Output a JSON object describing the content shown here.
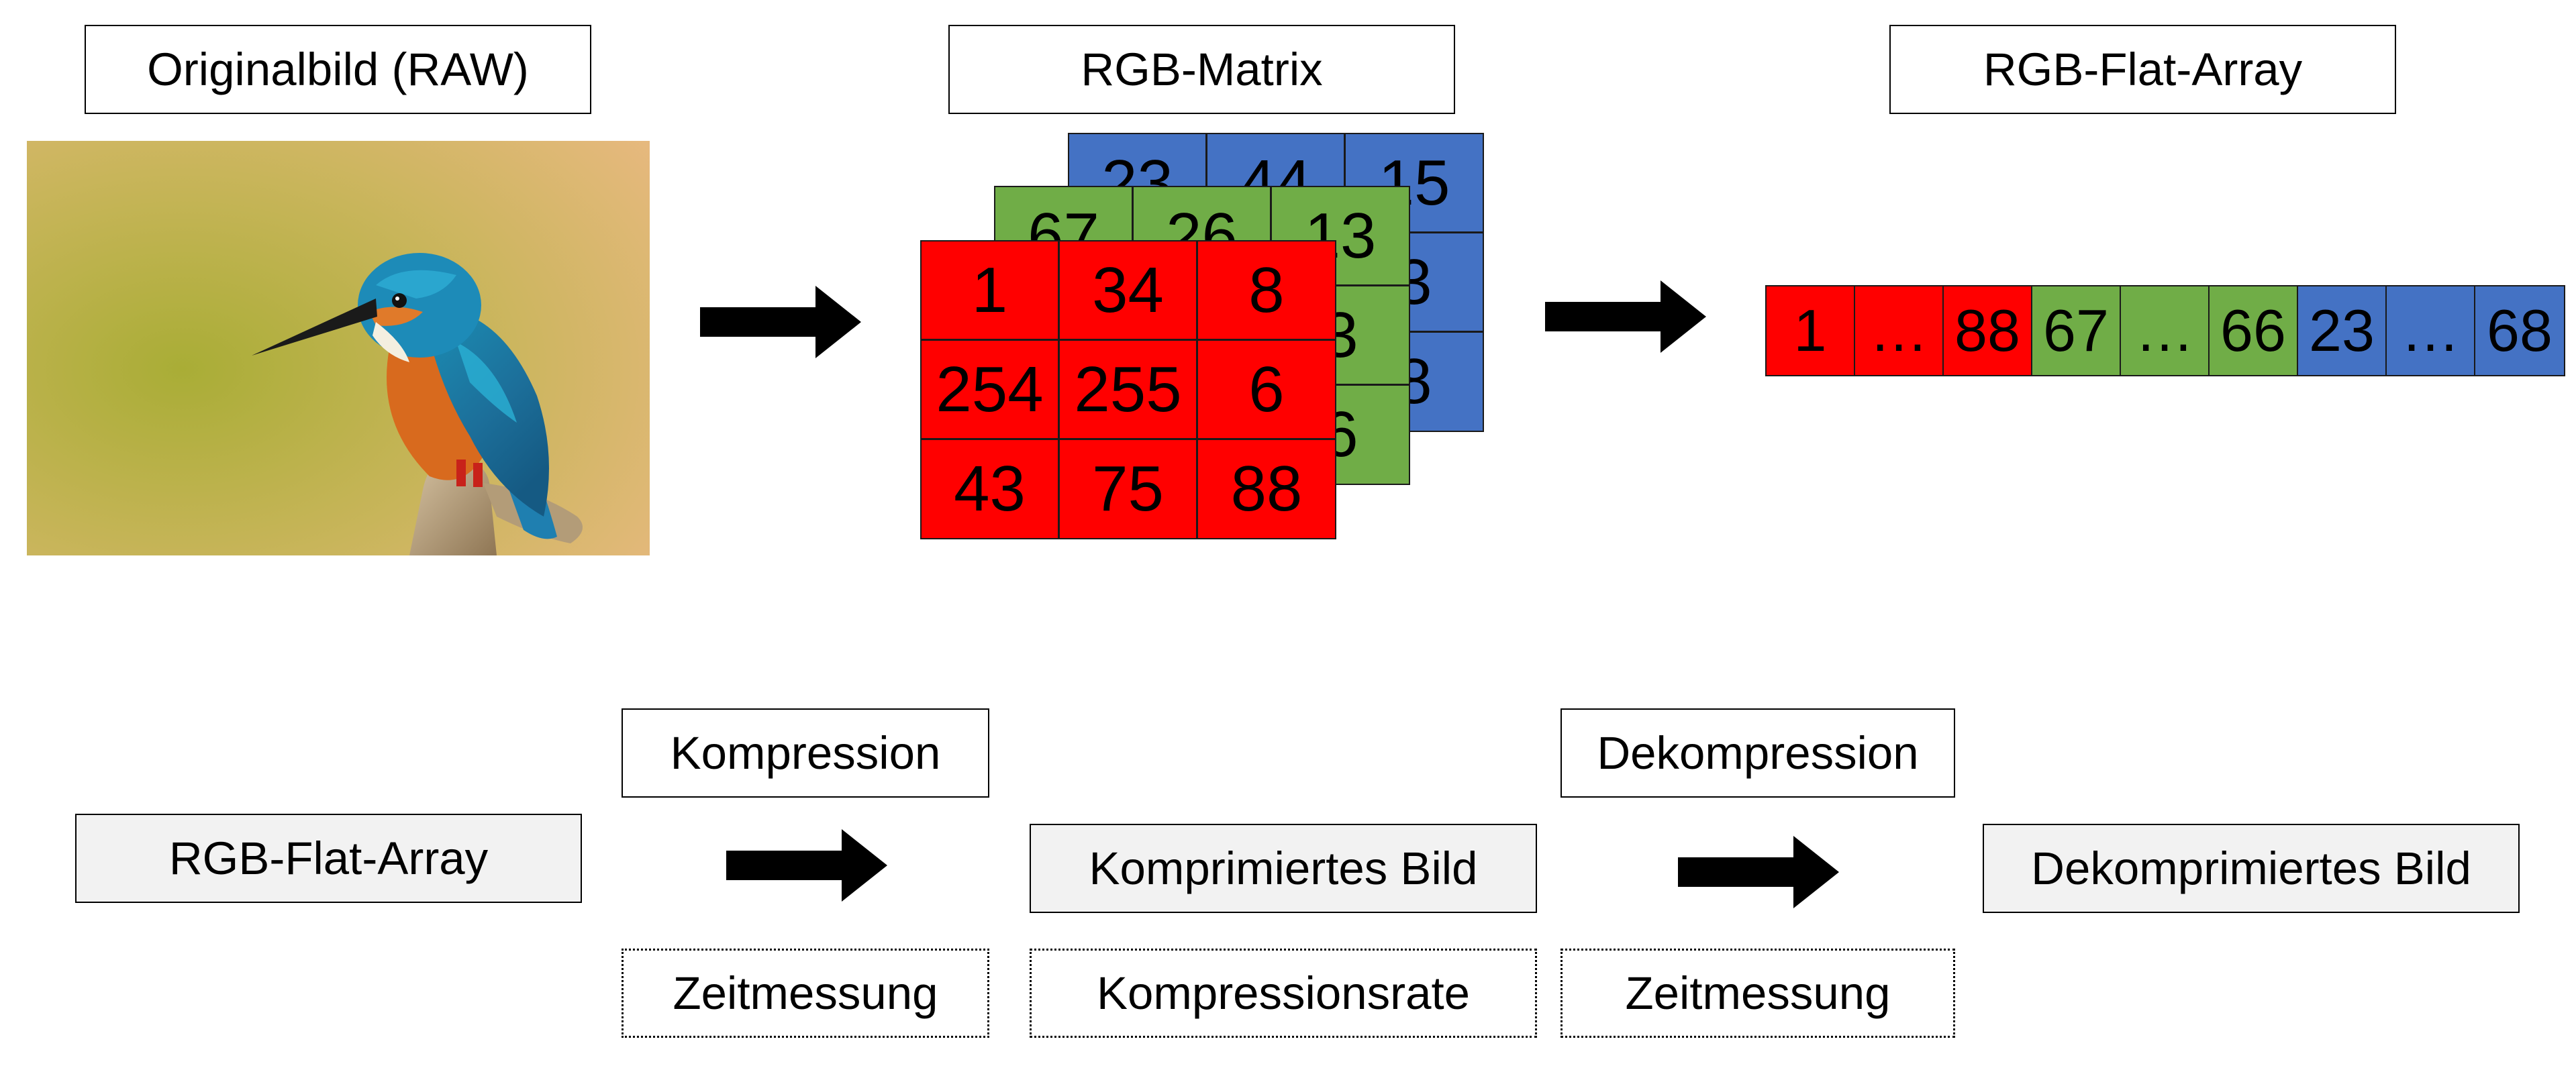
{
  "top_labels": {
    "original": "Originalbild (RAW)",
    "matrix": "RGB-Matrix",
    "flat": "RGB-Flat-Array"
  },
  "colors": {
    "red": "#ff0000",
    "green": "#70ad47",
    "blue": "#4472c4",
    "gray": "#f2f2f2"
  },
  "matrix": {
    "blue": [
      [
        "23",
        "44",
        "15"
      ],
      [
        "",
        "",
        "3"
      ],
      [
        "",
        "",
        "8"
      ]
    ],
    "green": [
      [
        "67",
        "26",
        "13"
      ],
      [
        "",
        "",
        "3"
      ],
      [
        "",
        "",
        "6"
      ]
    ],
    "red": [
      [
        "1",
        "34",
        "8"
      ],
      [
        "254",
        "255",
        "6"
      ],
      [
        "43",
        "75",
        "88"
      ]
    ]
  },
  "flat_array": [
    {
      "value": "1",
      "color": "red"
    },
    {
      "value": "…",
      "color": "red"
    },
    {
      "value": "88",
      "color": "red"
    },
    {
      "value": "67",
      "color": "green"
    },
    {
      "value": "…",
      "color": "green"
    },
    {
      "value": "66",
      "color": "green"
    },
    {
      "value": "23",
      "color": "blue"
    },
    {
      "value": "…",
      "color": "blue"
    },
    {
      "value": "68",
      "color": "blue"
    }
  ],
  "pipeline": {
    "input": "RGB-Flat-Array",
    "compression_step": "Kompression",
    "compression_measure": "Zeitmessung",
    "compressed": "Komprimiertes Bild",
    "compressed_measure": "Kompressionsrate",
    "decompression_step": "Dekompression",
    "decompression_measure": "Zeitmessung",
    "output": "Dekomprimiertes Bild"
  },
  "photo": {
    "icon": "kingfisher-photo"
  }
}
